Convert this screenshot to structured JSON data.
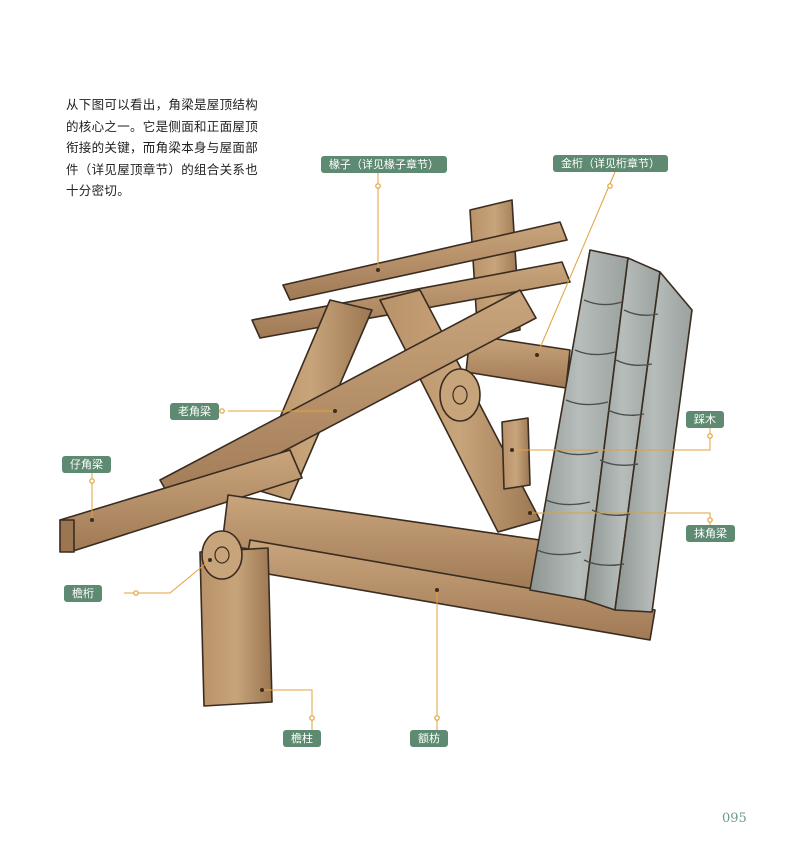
{
  "intro_text": [
    "从下图可以看出，角梁是屋顶结构",
    "的核心之一。它是侧面和正面屋顶",
    "衔接的关键，而角梁本身与屋面部",
    "件（详见屋顶章节）的组合关系也",
    "十分密切。"
  ],
  "labels": {
    "chuanzi": "椽子（详见椽子章节）",
    "jinheng": "金桁（详见桁章节）",
    "laojiaoliang": "老角梁",
    "zaimu": "踩木",
    "zijiaoliang": "仔角梁",
    "mojiaoliang": "抹角梁",
    "yanheng": "檐桁",
    "yanzhu": "檐柱",
    "efang": "额枋"
  },
  "page_number": "095",
  "colors": {
    "label_bg": "#5d8a71",
    "leader": "#e0a33c",
    "wood": "#b8916a",
    "wood_dark": "#8a6a48",
    "tile": "#a9b0ad",
    "outline": "#3a2c20"
  }
}
